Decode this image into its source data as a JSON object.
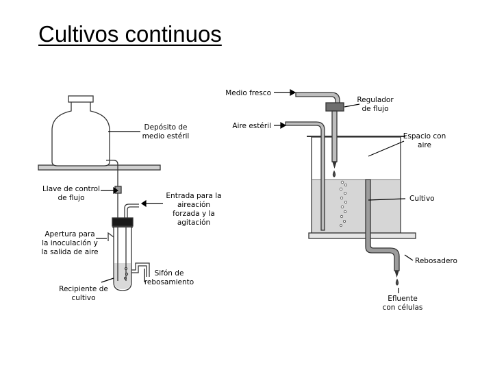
{
  "title": "Cultivos continuos",
  "labels": {
    "deposito": "Depósito de\nmedio estéril",
    "llave": "Llave de control\nde flujo",
    "entrada": "Entrada para la\naireación\nforzada y la\nagitación",
    "apertura": "Apertura para\nla inoculación y\nla salida de aire",
    "recipiente": "Recipiente de\ncultivo",
    "sifon": "Sifón de\nrebosamiento",
    "medio_fresco": "Medio fresco",
    "aire_esteril": "Aire estéril",
    "regulador": "Regulador\nde flujo",
    "espacio": "Espacio con\naire",
    "cultivo": "Cultivo",
    "rebosadero": "Rebosadero",
    "efluente": "Efluente\ncon células"
  }
}
